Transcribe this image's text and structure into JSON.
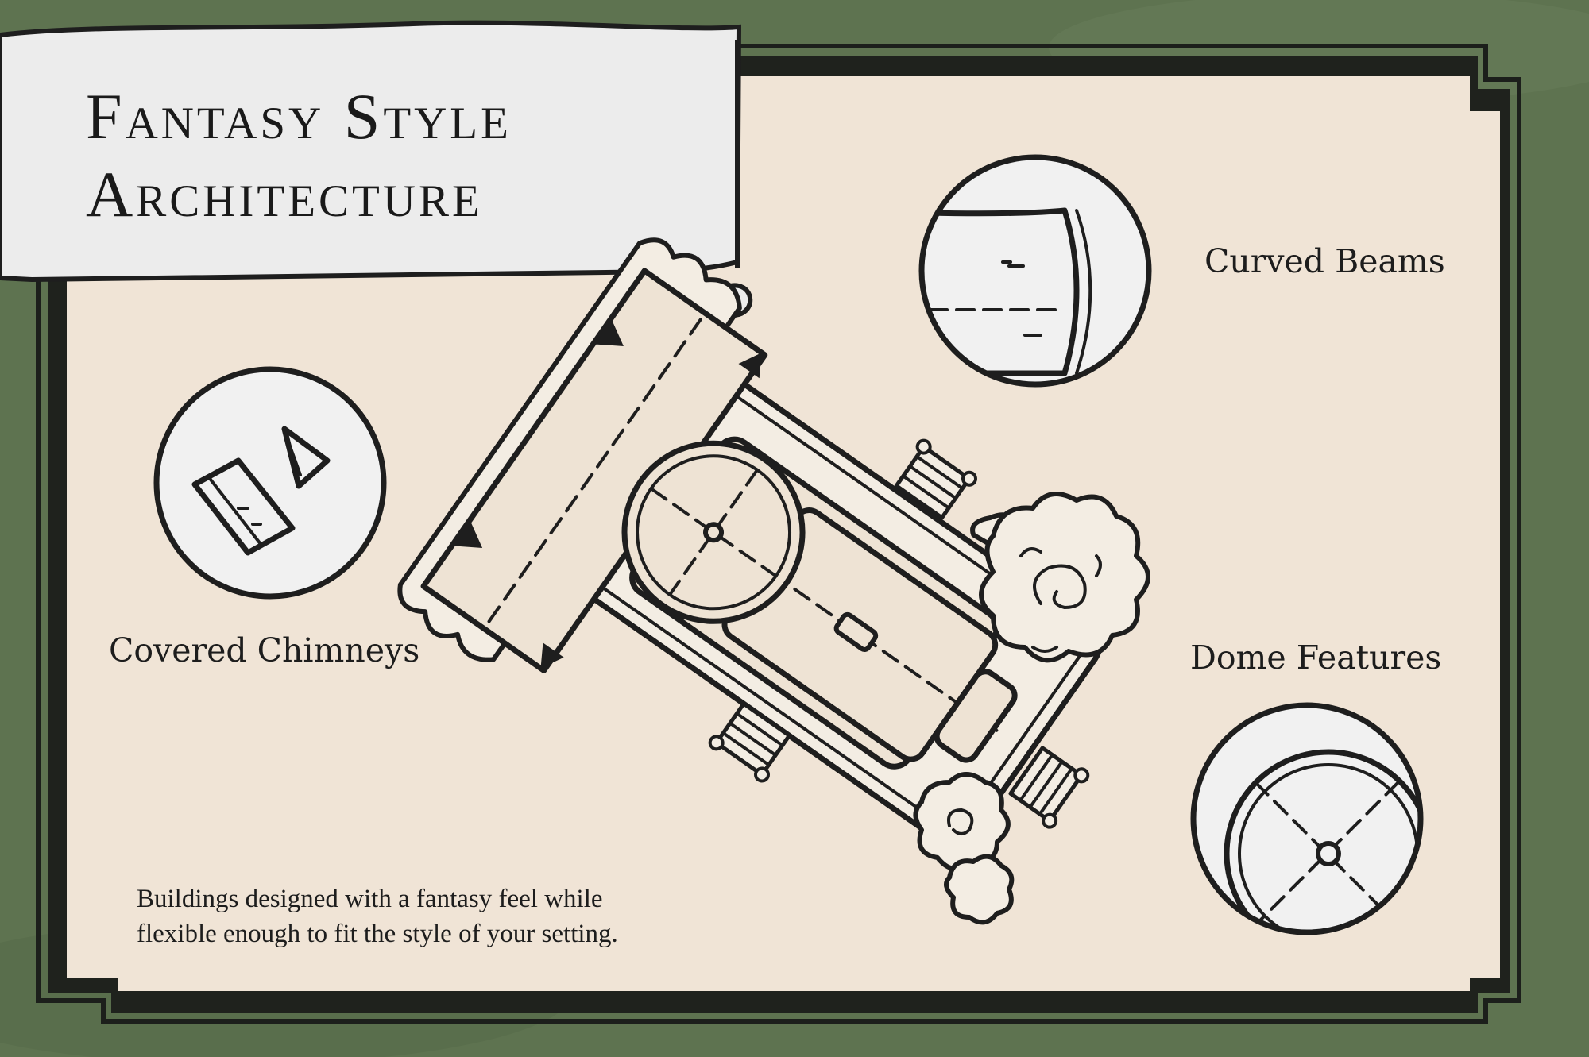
{
  "title": {
    "line1": "Fantasy Style",
    "line2": "Architecture"
  },
  "features": [
    {
      "label": "Curved Beams",
      "icon": "curved-beams-icon"
    },
    {
      "label": "Covered Chimneys",
      "icon": "covered-chimneys-icon"
    },
    {
      "label": "Dome Features",
      "icon": "dome-features-icon"
    }
  ],
  "description": {
    "line1": "Buildings designed with a fantasy feel while",
    "line2": "flexible enough to fit the style of your setting."
  },
  "colors": {
    "background_green": "#5e7350",
    "parchment": "#f0e4d6",
    "banner": "#ececec",
    "ink": "#1e1e1e"
  }
}
